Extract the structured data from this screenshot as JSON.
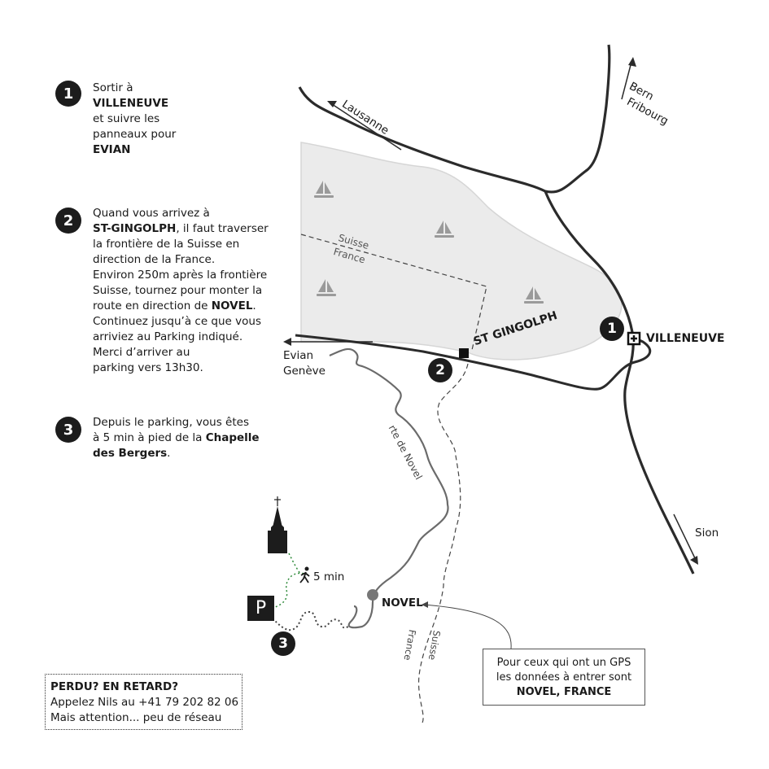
{
  "steps": [
    {
      "number": "1",
      "pre": "Sortir à",
      "bold1": "VILLENEUVE",
      "mid": "et suivre les",
      "mid2": "panneaux pour",
      "bold2": "EVIAN"
    },
    {
      "number": "2",
      "line1": "Quand vous arrivez à",
      "bold_a": "ST-GINGOLPH",
      "line2": ", il faut traverser",
      "line3": "la frontière de la Suisse en",
      "line4": "direction de la France.",
      "line5": "Environ 250m après la frontière",
      "line6": "Suisse, tournez pour monter la",
      "line7": "route en direction de ",
      "bold_b": "NOVEL",
      "line7b": ".",
      "line8": "Continuez jusqu’à ce que vous",
      "line9": "arriviez au Parking indiqué.",
      "line10": "Merci d’arriver au",
      "line11": "parking vers 13h30."
    },
    {
      "number": "3",
      "line1": "Depuis le parking, vous êtes",
      "line2": "à 5 min à pied de la ",
      "bold_a": "Chapelle",
      "bold_b": "des Bergers",
      "line3": "."
    }
  ],
  "map": {
    "lausanne": "Lausanne",
    "bern": "Bern",
    "fribourg": "Fribourg",
    "suisse": "Suisse",
    "france": "France",
    "st_gingolph": "ST GINGOLPH",
    "villeneuve": "VILLENEUVE",
    "evian": "Evian",
    "geneve": "Genève",
    "rte_novel": "rte de Novel",
    "sion": "Sion",
    "novel": "NOVEL",
    "walk_time": "5 min",
    "parking": "P",
    "border_france": "France",
    "border_suisse": "Suisse",
    "marker1": "1",
    "marker2": "2",
    "marker3": "3"
  },
  "lost_box": {
    "title": "PERDU?  EN RETARD?",
    "line1": "Appelez Nils au +41 79 202 82 06",
    "line2": "Mais attention... peu de réseau"
  },
  "gps_box": {
    "line1": "Pour ceux qui ont un GPS",
    "line2": "les données à entrer sont",
    "line3": "NOVEL, FRANCE"
  },
  "colors": {
    "lake": "#ebebeb",
    "road": "#2b2b2b",
    "minor_road": "#6b6b6b",
    "border": "#444444"
  }
}
